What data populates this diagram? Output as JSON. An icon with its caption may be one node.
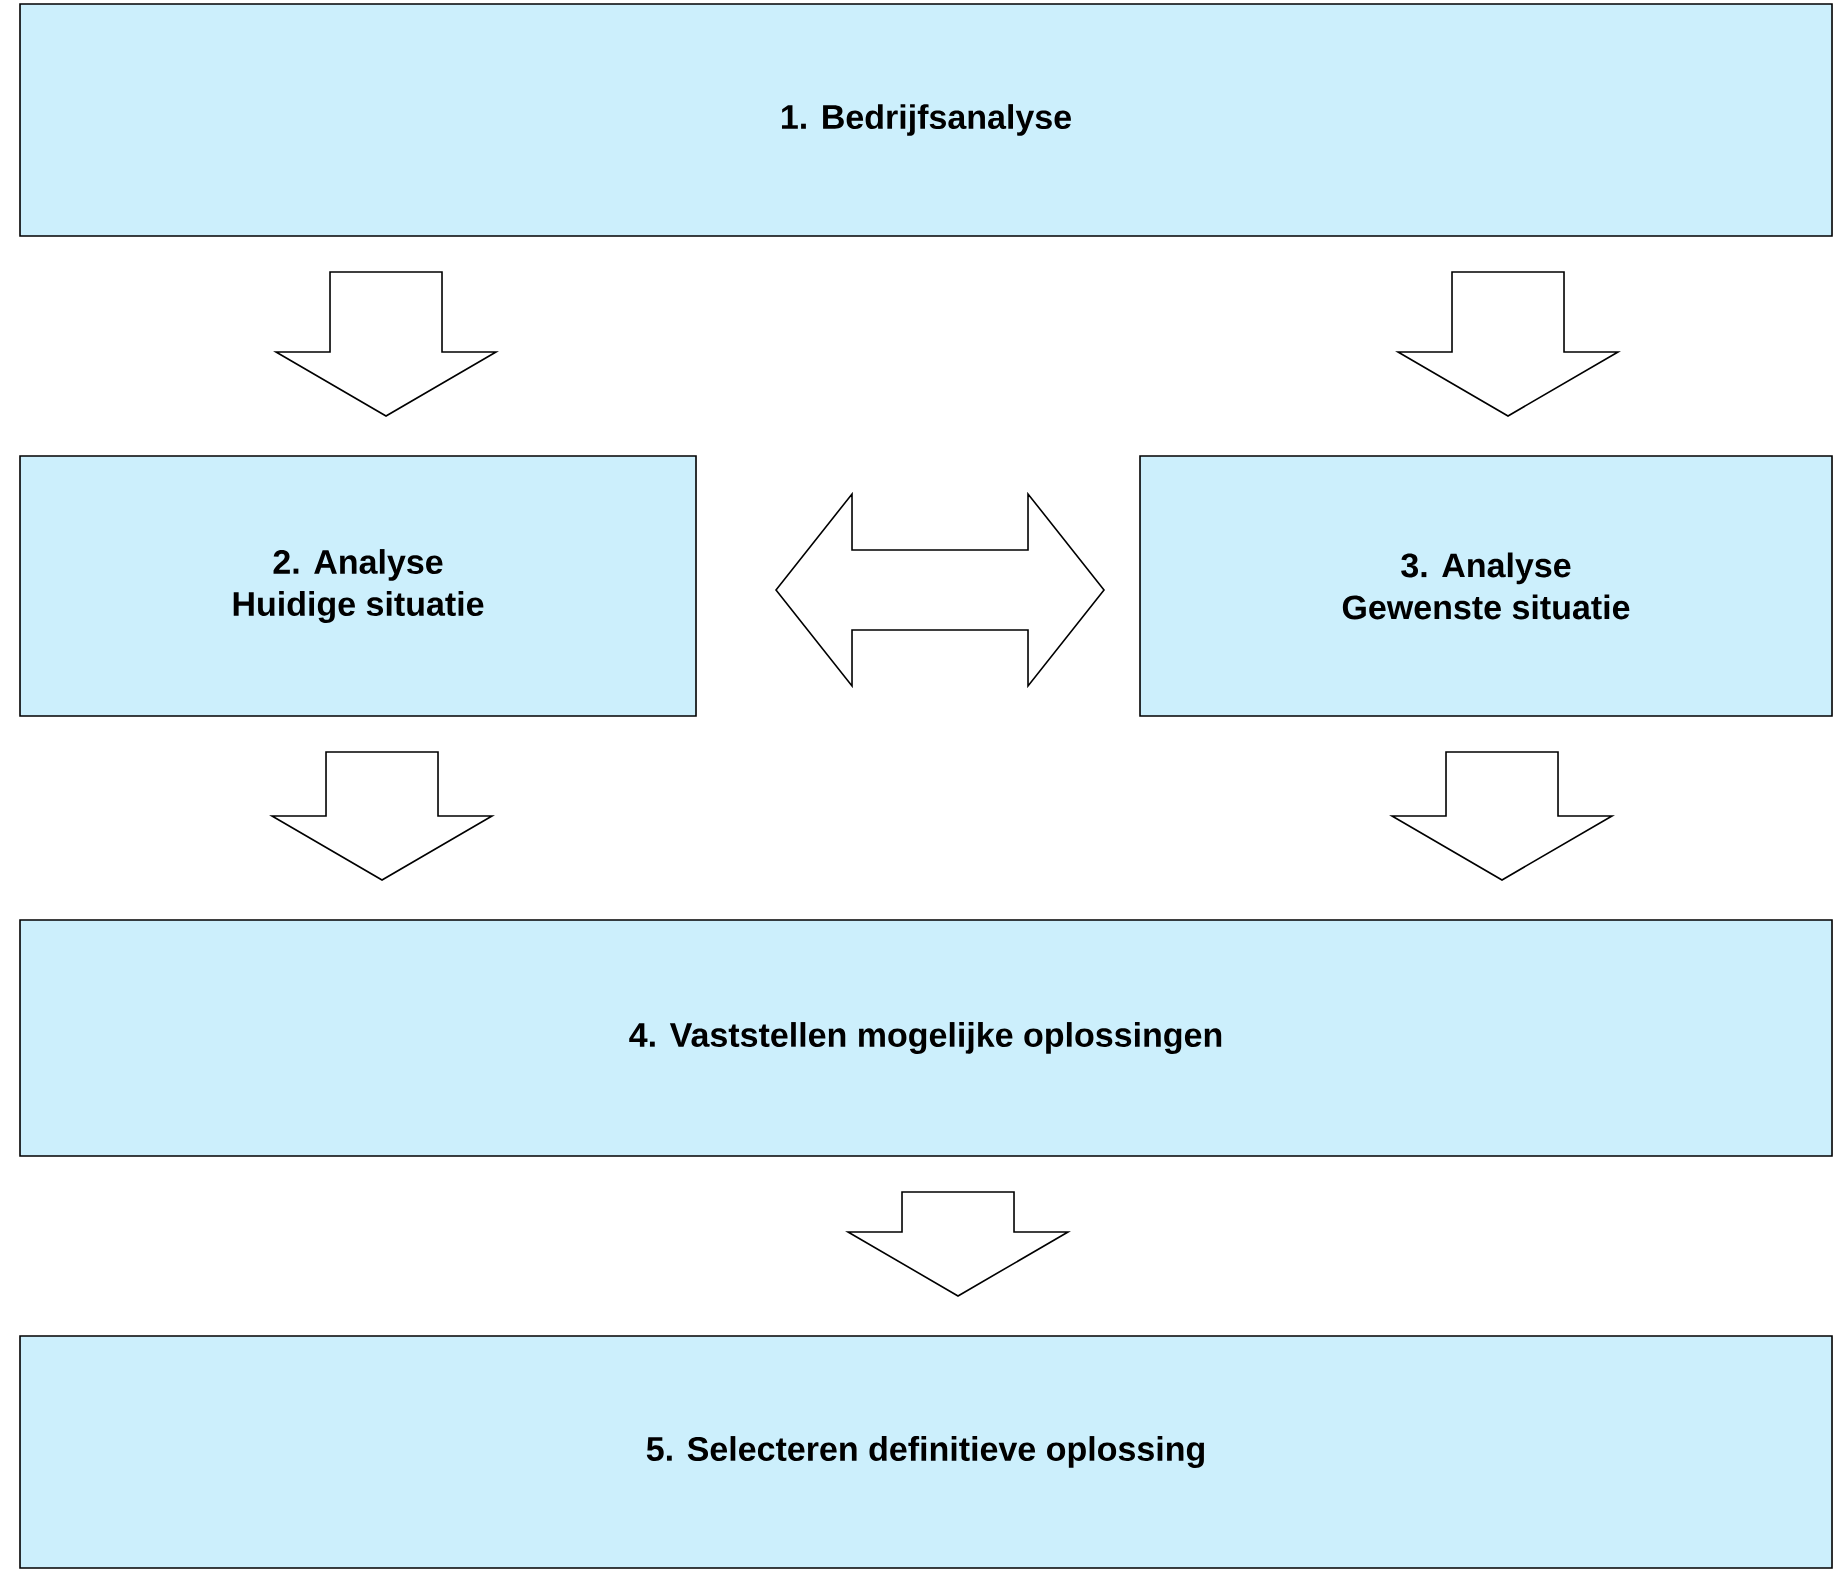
{
  "diagram": {
    "nodes": [
      {
        "text": [
          "1. Bedrijfsanalyse"
        ]
      },
      {
        "text": [
          "2. Analyse Huidige situatie"
        ]
      },
      {
        "text": [
          "3. Analyse Gewenste situatie"
        ]
      },
      {
        "text": [
          "4. Vaststellen mogelijke oplossingen"
        ]
      },
      {
        "text": [
          "5. Selecteren definitieve oplossing"
        ]
      }
    ],
    "edges": [
      {
        "from": 0,
        "to": 1,
        "arrow": "to"
      },
      {
        "from": 0,
        "to": 2,
        "arrow": "to"
      },
      {
        "from": 1,
        "to": 2,
        "arrow": "both"
      },
      {
        "from": 1,
        "to": 3,
        "arrow": "to"
      },
      {
        "from": 2,
        "to": 3,
        "arrow": "to"
      },
      {
        "from": 3,
        "to": 4,
        "arrow": "to"
      }
    ]
  }
}
